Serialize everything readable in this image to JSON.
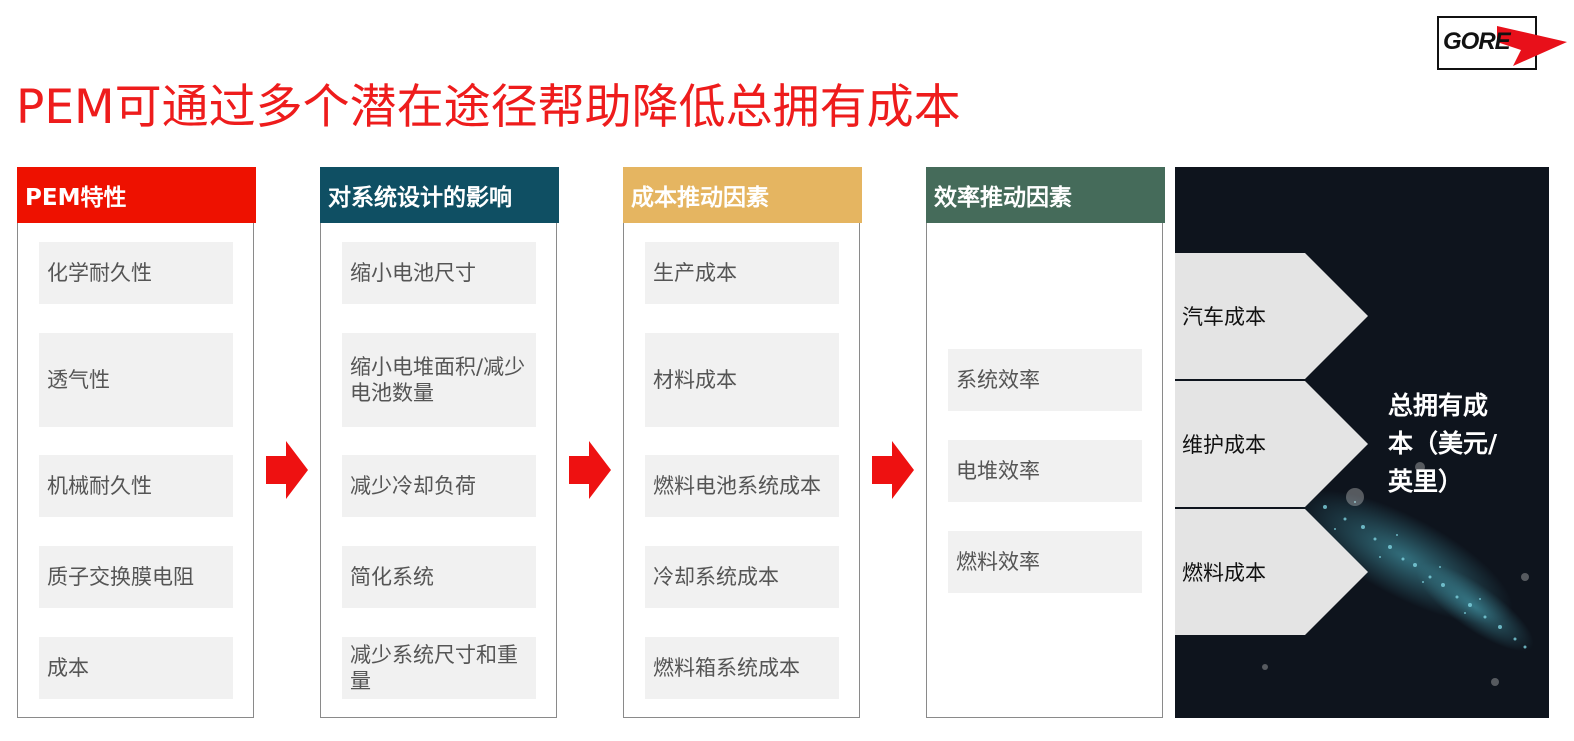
{
  "title": "PEM可通过多个潜在途径帮助降低总拥有成本",
  "logo": {
    "text": "GORE"
  },
  "colors": {
    "title": "#ee1c1c",
    "col1": "#ee1100",
    "col2": "#0f4f63",
    "col3": "#e5b561",
    "col4": "#456b5a",
    "arrow": "#ee1111",
    "panel": "#0e141d"
  },
  "columns": [
    {
      "header": "PEM特性",
      "items": [
        "化学耐久性",
        "透气性",
        "机械耐久性",
        "质子交换膜电阻",
        " 成本"
      ]
    },
    {
      "header": "对系统设计的影响",
      "items": [
        "缩小电池尺寸",
        "缩小电堆面积/减少电池数量",
        "减少冷却负荷",
        "简化系统",
        "减少系统尺寸和重量"
      ]
    },
    {
      "header": "成本推动因素",
      "items": [
        "生产成本",
        "材料成本",
        "燃料电池系统成本",
        "冷却系统成本",
        "燃料箱系统成本"
      ]
    },
    {
      "header": "效率推动因素",
      "items": [
        "系统效率",
        "电堆效率",
        "燃料效率"
      ]
    }
  ],
  "outcomes": {
    "chevrons": [
      "汽车成本",
      "维护成本",
      "燃料成本"
    ],
    "total": "总拥有成本（美元/英里）"
  }
}
